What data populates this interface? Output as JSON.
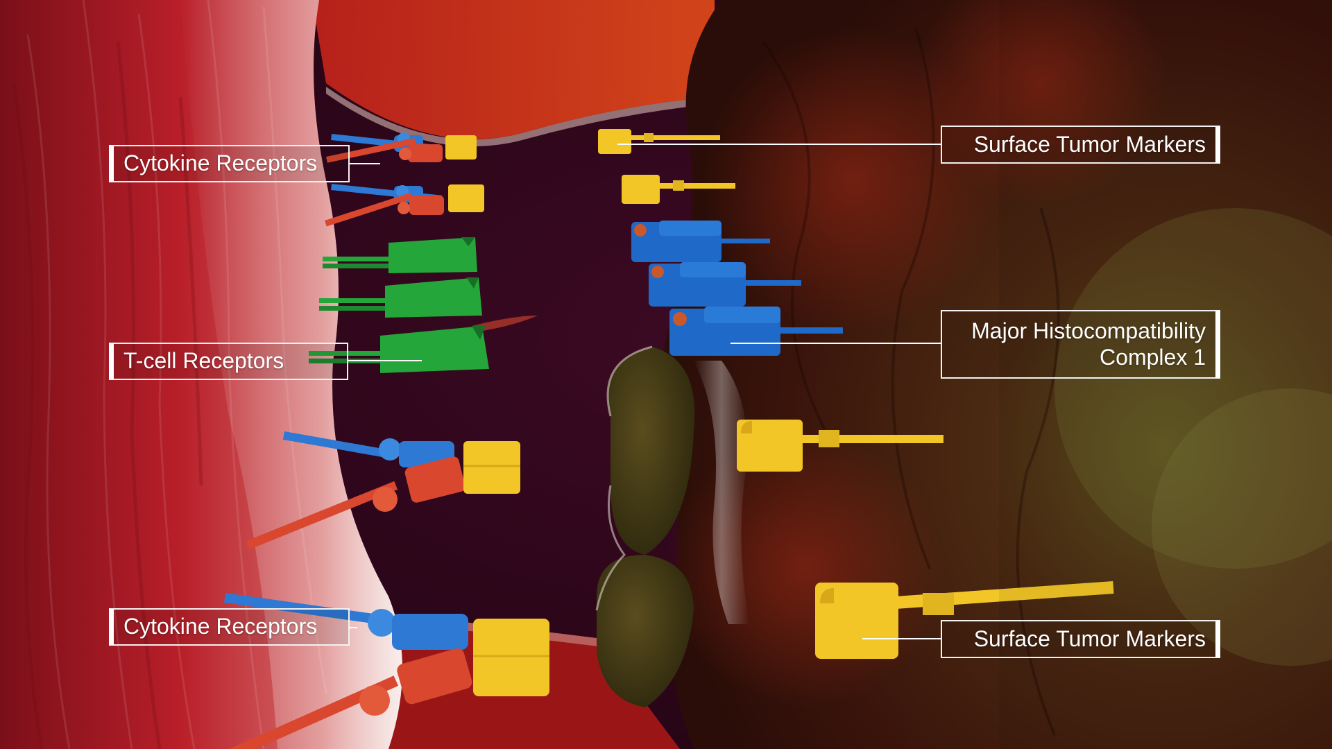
{
  "labels": {
    "cytokine_receptors_top": "Cytokine Receptors",
    "t_cell_receptors": "T-cell Receptors",
    "cytokine_receptors_bottom": "Cytokine Receptors",
    "surface_tumor_markers_top": "Surface Tumor Markers",
    "mhc_line1": "Major Histocompatibility",
    "mhc_line2": "Complex 1",
    "surface_tumor_markers_bottom": "Surface Tumor Markers"
  },
  "colors": {
    "t_cell_surface": "#b51c25",
    "tumor_cell_surface": "#4a1a0d",
    "gap_background": "#2d0718",
    "cytokine_blue": "#2d79d3",
    "cytokine_red": "#d9472f",
    "tumor_marker_yellow": "#f2c626",
    "tcr_green": "#24a63a",
    "mhc_blue": "#1f69c8"
  }
}
